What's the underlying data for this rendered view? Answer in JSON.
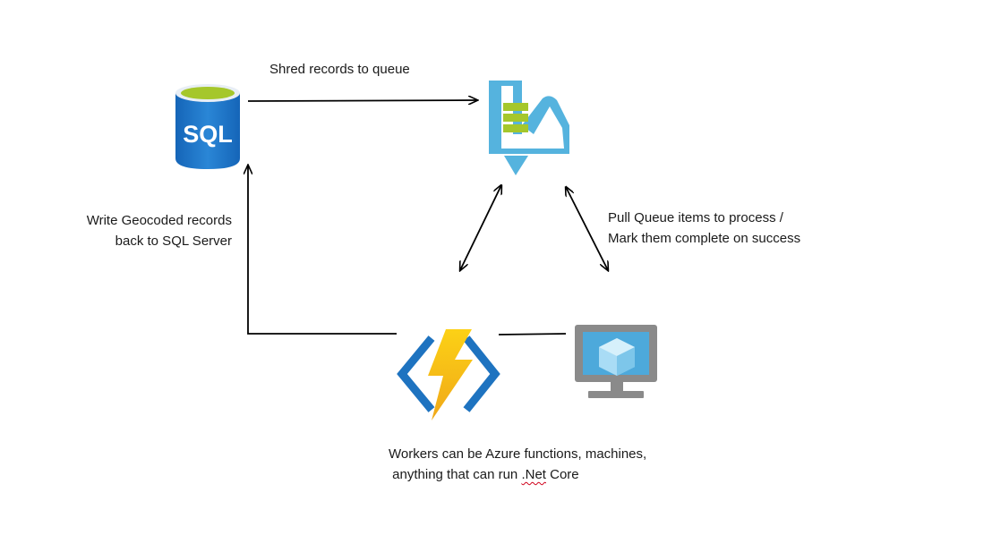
{
  "diagram": {
    "icons": {
      "sql": {
        "text": "SQL",
        "name": "sql-database-icon"
      },
      "queue": {
        "name": "storage-queue-icon"
      },
      "functions": {
        "name": "azure-functions-icon"
      },
      "vm": {
        "name": "virtual-machine-icon"
      }
    },
    "labels": {
      "shred": "Shred records to queue",
      "write_back_line1": "Write Geocoded records",
      "write_back_line2": "back to SQL Server",
      "pull_line1": "Pull Queue items to process /",
      "pull_line2": "Mark them complete on success",
      "workers_line1": "Workers can be Azure functions, machines,",
      "workers_line2_prefix": " anything that can run ",
      "workers_line2_marked": ".Net",
      "workers_line2_suffix": " Core"
    },
    "colors": {
      "sql_blue": "#1f77c9",
      "sql_top_green": "#a5c72b",
      "queue_blue": "#55b3de",
      "queue_green": "#a5c72b",
      "functions_blue": "#1e73c0",
      "functions_yellow": "#f8c81c",
      "vm_gray": "#8a8a8a",
      "vm_screen": "#4da9db",
      "arrow": "#000000"
    }
  }
}
